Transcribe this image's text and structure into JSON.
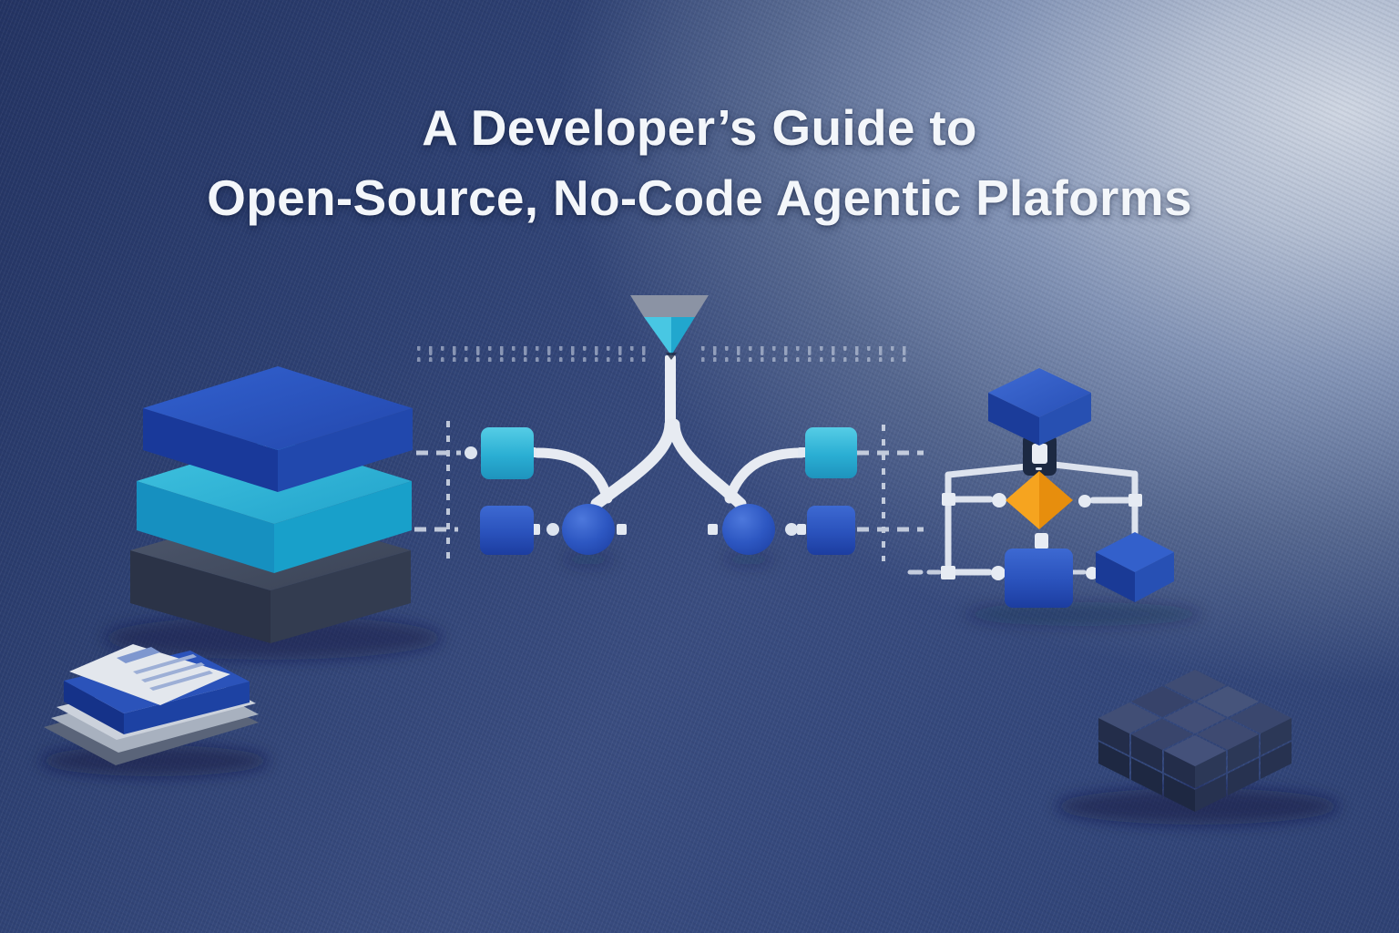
{
  "title": {
    "line1": "A Developer’s Guide to",
    "line2": "Open-Source, No-Code Agentic Plaforms"
  },
  "colors": {
    "background_dark_corner": "#243463",
    "background_base": "#35497d",
    "background_highlight": "#d0d7e3",
    "title_text": "#f3f6fa",
    "royal_blue": "#2b53ba",
    "cyan": "#2fb2d6",
    "dark_slate": "#3a4560",
    "pipe_white": "#e7ebf2",
    "accent_orange": "#f0991d",
    "cube_navy": "#2c3857"
  },
  "illustrations": {
    "left": {
      "icon": "layered-stack-icon",
      "layers": [
        "royal-blue",
        "cyan",
        "dark-slate"
      ]
    },
    "center": {
      "icon": "funnel-split-workflow-icon",
      "elements": [
        "funnel",
        "ruler-ticks",
        "split-pipes",
        "process-squares",
        "process-circles",
        "dashed-connectors"
      ]
    },
    "right": {
      "icon": "decision-flowchart-icon",
      "elements": [
        "cube-node",
        "orange-decision-diamond",
        "square-node",
        "cube-node"
      ]
    },
    "bottom_left": {
      "icon": "documents-stack-icon"
    },
    "bottom_right": {
      "icon": "cube-grid-icon"
    }
  }
}
